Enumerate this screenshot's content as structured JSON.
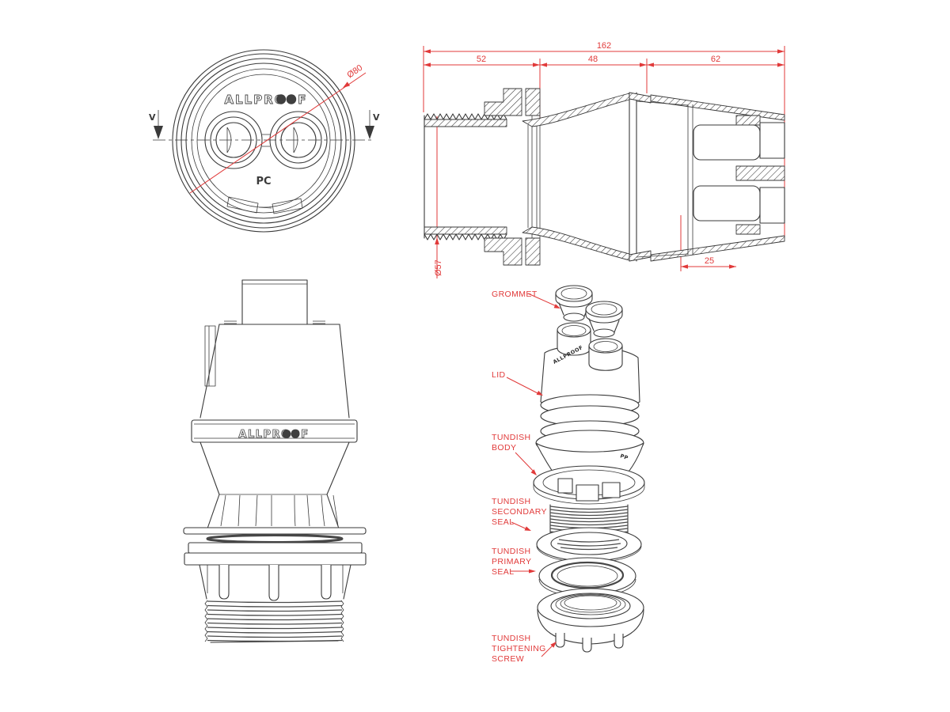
{
  "brand": "ALLPROOF",
  "colors": {
    "line": "#3a3a3a",
    "dimension_red": "#e13a3a",
    "background": "#ffffff"
  },
  "top_view": {
    "section_marker": "V",
    "material_label": "PC",
    "dim_outer_diameter": "Ø80"
  },
  "side_view": {
    "dim_overall": "162",
    "dim_left": "52",
    "dim_mid": "48",
    "dim_right": "62",
    "dim_inner": "25",
    "dim_pipe_diameter": "Ø57"
  },
  "exploded_view": {
    "material_label": "PP",
    "labels": [
      {
        "name": "grommet",
        "lines": [
          "GROMMET"
        ]
      },
      {
        "name": "lid",
        "lines": [
          "LID"
        ]
      },
      {
        "name": "tundish-body",
        "lines": [
          "TUNDISH",
          "BODY"
        ]
      },
      {
        "name": "tundish-secondary-seal",
        "lines": [
          "TUNDISH",
          "SECONDARY",
          "SEAL"
        ]
      },
      {
        "name": "tundish-primary-seal",
        "lines": [
          "TUNDISH",
          "PRIMARY",
          "SEAL"
        ]
      },
      {
        "name": "tundish-tightening-screw",
        "lines": [
          "TUNDISH",
          "TIGHTENING",
          "SCREW"
        ]
      }
    ]
  }
}
